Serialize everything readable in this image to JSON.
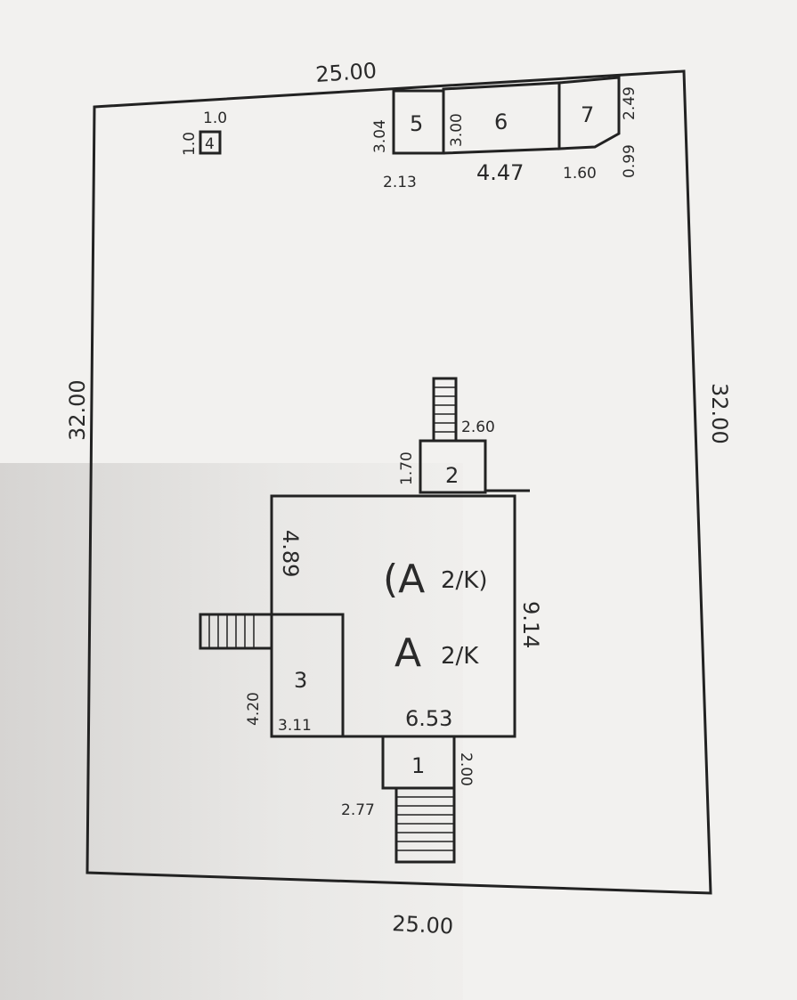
{
  "plan": {
    "plot": {
      "top": "25.00",
      "bottom": "25.00",
      "left": "32.00",
      "right": "32.00"
    },
    "main_house": {
      "label_upper": "(A",
      "label_upper_frac": "2/K)",
      "label_lower": "A",
      "label_lower_frac": "2/K",
      "height": "4.89",
      "depth": "9.14",
      "width": "6.53",
      "color": "#e58a9a"
    },
    "building_1": {
      "label": "1",
      "width": "2.77",
      "depth": "2.00"
    },
    "building_2": {
      "label": "2",
      "width": "2.60",
      "depth": "1.70"
    },
    "building_3": {
      "label": "3",
      "width": "3.11",
      "depth": "4.20"
    },
    "building_4": {
      "label": "4",
      "width": "1.0",
      "depth": "1.0",
      "color": "#c9cf6a"
    },
    "building_5": {
      "label": "5",
      "width": "2.13",
      "depth": "3.04",
      "color": "#eef0a8"
    },
    "building_6": {
      "label": "6",
      "width": "4.47",
      "depth": "3.00",
      "color": "#d4d2d2"
    },
    "building_7": {
      "label": "7",
      "width": "1.60",
      "depth": "2.49",
      "chamfer": "0.99",
      "color": "#d4d2d2"
    }
  }
}
